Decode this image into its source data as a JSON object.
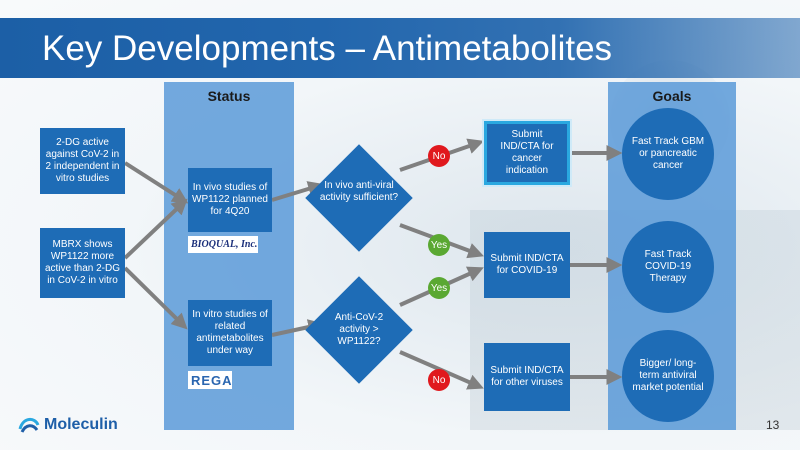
{
  "title": "Key Developments – Antimetabolites",
  "columns": {
    "status": "Status",
    "goals": "Goals"
  },
  "inputs": {
    "a": "2-DG active against CoV-2 in 2 independent in vitro studies",
    "b": "MBRX shows WP1122 more active than 2-DG in CoV-2 in vitro"
  },
  "status": {
    "invivo": "In vivo studies of WP1122 planned for 4Q20",
    "invitro": "In vitro studies of related antimetabolites under way",
    "partner_invivo": "BIOQUAL, Inc.",
    "partner_invitro": "REGA"
  },
  "decisions": {
    "d1": "In vivo anti-viral activity sufficient?",
    "d2": "Anti-CoV-2 activity > WP1122?"
  },
  "badges": {
    "no": "No",
    "yes": "Yes"
  },
  "submissions": {
    "cancer": "Submit IND/CTA for cancer indication",
    "covid": "Submit IND/CTA for COVID-19",
    "other": "Submit IND/CTA for other viruses"
  },
  "goals": {
    "g1": "Fast Track GBM or pancreatic cancer",
    "g2": "Fast Track COVID-19 Therapy",
    "g3": "Bigger/ long-term antiviral market potential"
  },
  "footer": {
    "brand": "Moleculin",
    "page": "13"
  },
  "colors": {
    "primary": "#1e6cb6",
    "column": "#5b9ad8",
    "no": "#e0191e",
    "yes": "#5aa832",
    "arrow": "#808080",
    "highlight_border": "#2aa8e0"
  }
}
